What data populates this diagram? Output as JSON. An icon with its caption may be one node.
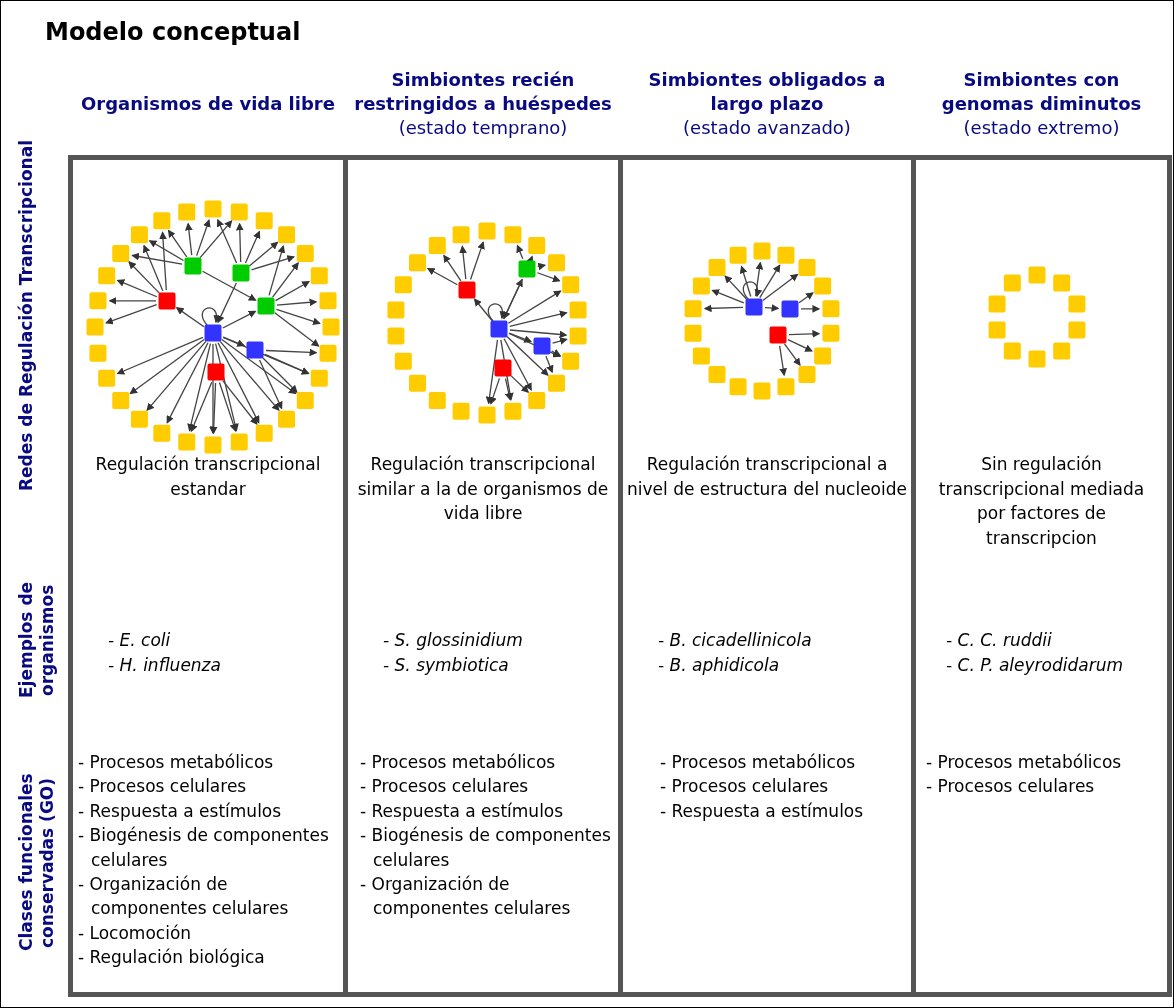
{
  "diagram": {
    "title": "Modelo conceptual",
    "nodes": [
      {
        "text": [
          "Organismos de vida libre",
          "Regulación transcripcional estandar",
          "- E. coli",
          "- H. influenza",
          "- Procesos metabólicos",
          "- Procesos celulares",
          "- Respuesta a estímulos",
          "- Biogénesis de componentes celulares",
          "- Organización de componentes celulares",
          "- Locomoción",
          "- Regulación biológica"
        ]
      },
      {
        "text": [
          "**Simbiontes recién restringidos a huéspedes** (estado temprano)",
          "Regulación transcripcional similar a la de organismos de vida libre",
          "- S. glossinidium",
          "- S. symbiotica",
          "- Procesos metabólicos",
          "- Procesos celulares",
          "- Respuesta a estímulos",
          "- Biogénesis de componentes celulares",
          "- Organización de componentes celulares"
        ]
      },
      {
        "text": [
          "**Simbiontes obligados a largo plazo** (estado avanzado)",
          "Regulación transcripcional a nivel de estructura del nucleoide",
          "- B. cicadellinicola",
          "- B. aphidicola",
          "- Procesos metabólicos",
          "- Procesos celulares",
          "- Respuesta a estímulos"
        ]
      },
      {
        "text": [
          "**Simbiontes con genomas diminutos** (estado extremo)",
          "Sin regulación transcripcional mediada por factores de transcripcion",
          "- C. C. ruddii",
          "- C. P. aleyrodidarum",
          "- Procesos metabólicos",
          "- Procesos celulares"
        ]
      }
    ],
    "labels": [
      "Redes de Regulación Transcripcional",
      "Ejemplos de organismos",
      "Clases funcionales conservadas (GO)"
    ]
  }
}
